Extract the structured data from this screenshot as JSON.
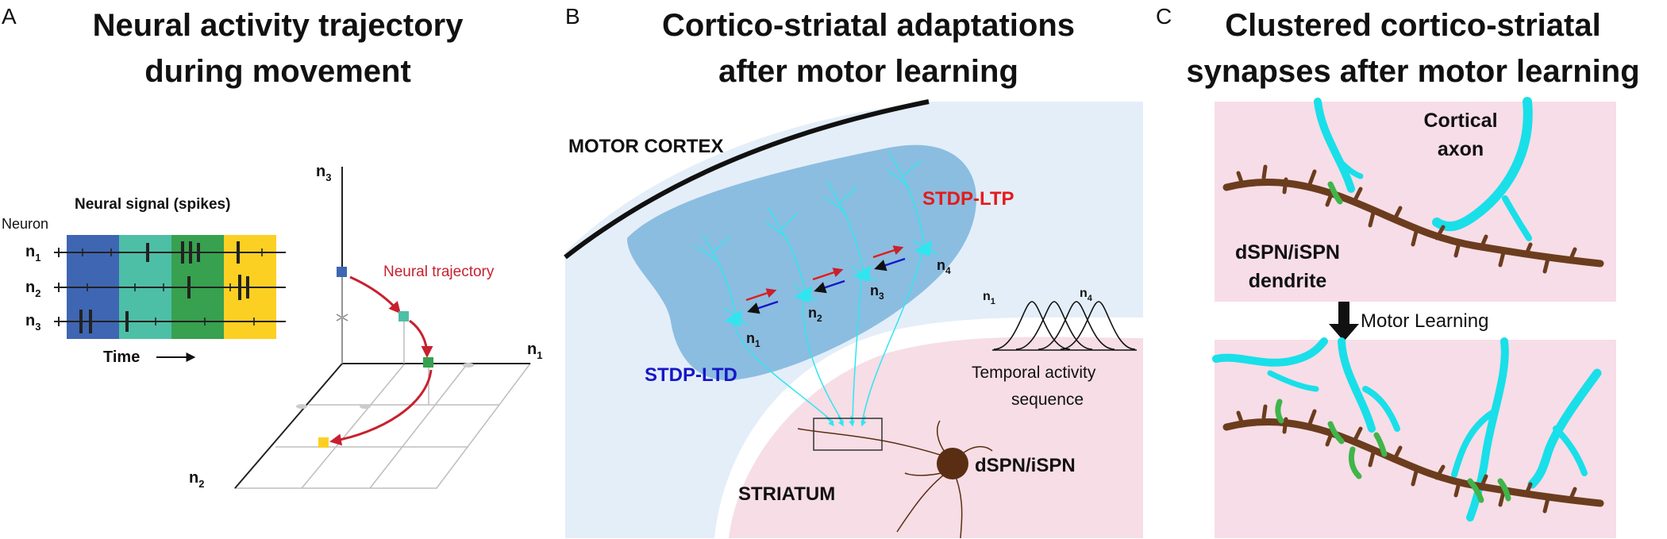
{
  "panel_a": {
    "letter": "A",
    "title_line1": "Neural activity trajectory",
    "title_line2": "during movement",
    "signal_label": "Neural signal (spikes)",
    "neuron_label": "Neuron",
    "neurons": [
      {
        "base": "n",
        "sub": "1"
      },
      {
        "base": "n",
        "sub": "2"
      },
      {
        "base": "n",
        "sub": "3"
      }
    ],
    "time_label": "Time",
    "trajectory_label": "Neural trajectory",
    "axis_n1": {
      "base": "n",
      "sub": "1"
    },
    "axis_n2": {
      "base": "n",
      "sub": "2"
    },
    "axis_n3": {
      "base": "n",
      "sub": "3"
    },
    "colors": {
      "band_blue": "#3f66b3",
      "band_teal": "#4dbfa6",
      "band_green": "#37a14f",
      "band_yellow": "#fcd022",
      "trajectory": "#c8202f"
    }
  },
  "panel_b": {
    "letter": "B",
    "title_line1": "Cortico-striatal adaptations",
    "title_line2": "after motor learning",
    "cortex_label": "MOTOR CORTEX",
    "striatum_label": "STRIATUM",
    "ltp_label": "STDP-LTP",
    "ltd_label": "STDP-LTD",
    "neurons": [
      {
        "base": "n",
        "sub": "1"
      },
      {
        "base": "n",
        "sub": "2"
      },
      {
        "base": "n",
        "sub": "3"
      },
      {
        "base": "n",
        "sub": "4"
      }
    ],
    "sequence_first": {
      "base": "n",
      "sub": "1"
    },
    "sequence_last": {
      "base": "n",
      "sub": "4"
    },
    "sequence_label_line1": "Temporal activity",
    "sequence_label_line2": "sequence",
    "spn_label": "dSPN/iSPN",
    "colors": {
      "cortex_bg": "#e4eef9",
      "cortex_blob": "#8bbde0",
      "striatum_bg": "#f6dde6",
      "neuron": "#2fe6f0",
      "ltp": "#e41b1b",
      "ltd": "#1616c8",
      "spn": "#5a2e12"
    }
  },
  "panel_c": {
    "letter": "C",
    "title_line1": "Clustered cortico-striatal",
    "title_line2": "synapses after motor learning",
    "axon_label_line1": "Cortical",
    "axon_label_line2": "axon",
    "dendrite_label_line1": "dSPN/iSPN",
    "dendrite_label_line2": "dendrite",
    "learning_label": "Motor Learning",
    "colors": {
      "background": "#f7dde7",
      "axon": "#19dfe9",
      "dendrite": "#6b3d1e",
      "synapse": "#3fb54a"
    }
  }
}
